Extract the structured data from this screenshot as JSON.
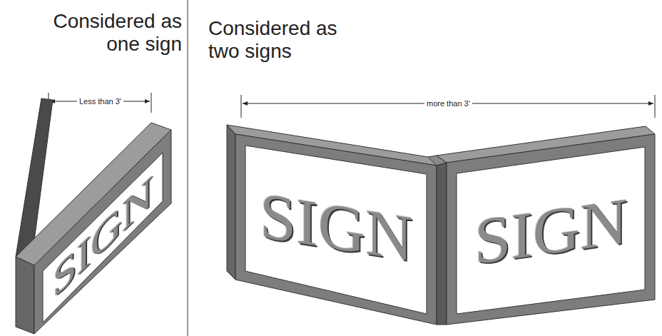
{
  "diagram": {
    "labels": [
      "Considered as one sign",
      "Less than 3'",
      "SIGN",
      "Considered as two signs",
      "more than 3'",
      "SIGN",
      "SIGN"
    ]
  }
}
